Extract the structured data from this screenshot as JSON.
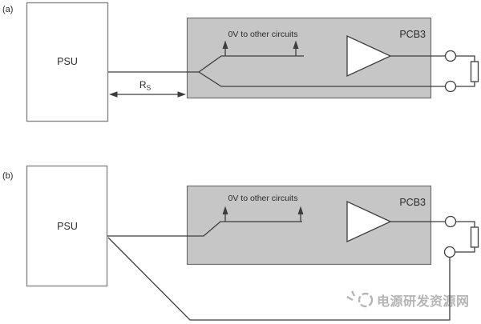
{
  "colors": {
    "canvas_bg": "#ffffff",
    "wire": "#3d3d3d",
    "panel_fill": "#c6c6c6",
    "panel_border": "#6e6e6e",
    "box_border": "#878787",
    "label_text": "#2b2b2b",
    "watermark": "#b5b5b5"
  },
  "diagram_a": {
    "label": "(a)",
    "psu_label": "PSU",
    "pcb_label": "PCB3",
    "zero_volt_rail_label": "0V to other circuits",
    "sense_resistance": {
      "symbol": "R",
      "subscript": "S"
    }
  },
  "diagram_b": {
    "label": "(b)",
    "psu_label": "PSU",
    "pcb_label": "PCB3",
    "zero_volt_rail_label": "0V to other circuits"
  },
  "watermark": {
    "logo_icon": "sun-swirl-logo-icon",
    "text": "电源研发资源网"
  }
}
